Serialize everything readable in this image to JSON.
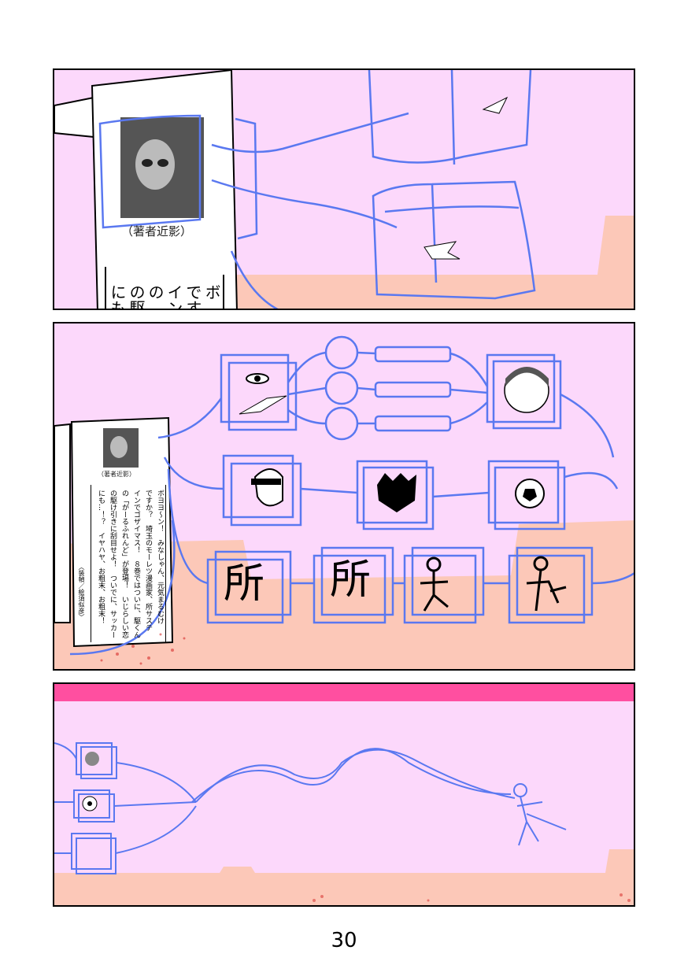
{
  "page_number": "30",
  "panel1": {
    "photo_caption": "（著者近影）",
    "blurb_columns": [
      "ボ",
      "です",
      "イン",
      "の「",
      "の駆",
      "にも"
    ]
  },
  "panel2": {
    "photo_caption": "（著者近影）",
    "blurb_columns": [
      "ボヨヨ〜ン！　みなしゃん、元気まるむけ",
      "ですか？　埼玉のモーレツ漫画家、所サステ",
      "インでゴザイマス！　８巻ではついに、駆くん",
      "の「がーるふれんど」が登場！　いじらしい恋",
      "の駆け引きに刮目せよ！　ついでに、サッカー",
      "にも…！？　イヤハヤ、お粗末、お粗末！"
    ],
    "credit": "〈装幀／絵須似彦〉",
    "kanji": [
      "所",
      "所"
    ]
  },
  "colors": {
    "panel_bg": "#fcd8fb",
    "ground": "#fcc8b8",
    "sketch_line": "#5a78f0",
    "banner": "#ff4fa0"
  }
}
